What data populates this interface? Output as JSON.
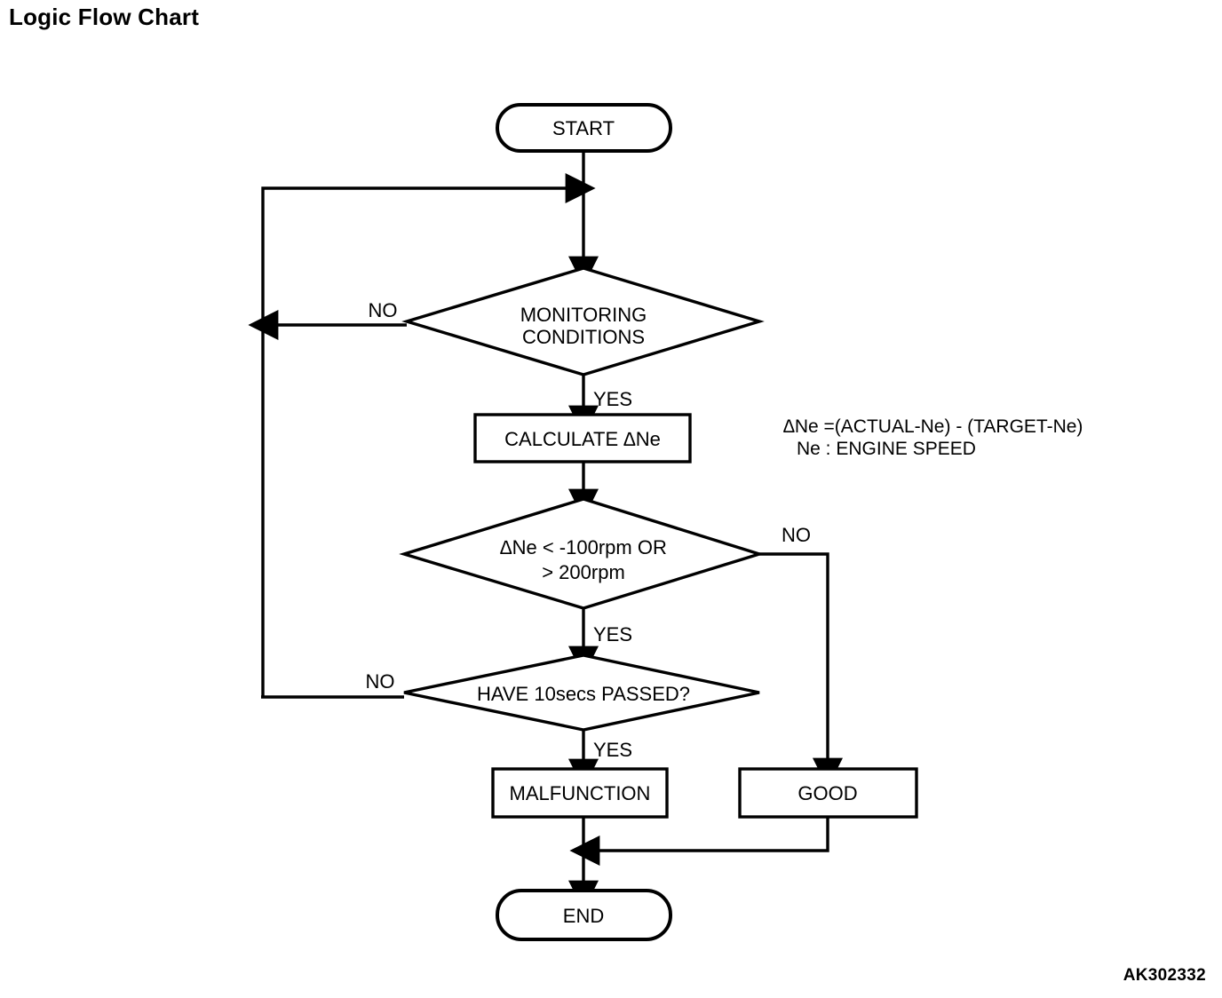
{
  "page": {
    "title": "Logic Flow Chart",
    "reference_code": "AK302332",
    "background_color": "#ffffff",
    "line_color": "#000000"
  },
  "chart_data": {
    "type": "diagram",
    "subtype": "flowchart",
    "title": "Logic Flow Chart",
    "nodes": [
      {
        "id": "start",
        "shape": "terminal",
        "label": "START"
      },
      {
        "id": "monitor",
        "shape": "decision",
        "label": "MONITORING CONDITIONS",
        "line1": "MONITORING",
        "line2": "CONDITIONS"
      },
      {
        "id": "calculate",
        "shape": "process",
        "label": "CALCULATE ∆Ne"
      },
      {
        "id": "threshold",
        "shape": "decision",
        "label": "∆Ne < -100rpm OR > 200rpm",
        "line1": "∆Ne < -100rpm OR",
        "line2": "> 200rpm"
      },
      {
        "id": "timer",
        "shape": "decision",
        "label": "HAVE 10secs PASSED?"
      },
      {
        "id": "malfunction",
        "shape": "process",
        "label": "MALFUNCTION"
      },
      {
        "id": "good",
        "shape": "process",
        "label": "GOOD"
      },
      {
        "id": "end",
        "shape": "terminal",
        "label": "END"
      }
    ],
    "edges": [
      {
        "from": "start",
        "to": "monitor",
        "label": ""
      },
      {
        "from": "monitor",
        "to": "monitor",
        "label": "NO",
        "note": "loops back to input of MONITORING CONDITIONS"
      },
      {
        "from": "monitor",
        "to": "calculate",
        "label": "YES"
      },
      {
        "from": "calculate",
        "to": "threshold",
        "label": ""
      },
      {
        "from": "threshold",
        "to": "good",
        "label": "NO"
      },
      {
        "from": "threshold",
        "to": "timer",
        "label": "YES"
      },
      {
        "from": "timer",
        "to": "monitor",
        "label": "NO",
        "note": "loops back to input of MONITORING CONDITIONS"
      },
      {
        "from": "timer",
        "to": "malfunction",
        "label": "YES"
      },
      {
        "from": "malfunction",
        "to": "end",
        "label": ""
      },
      {
        "from": "good",
        "to": "end",
        "label": ""
      }
    ]
  },
  "labels": {
    "start": "START",
    "monitoring_line1": "MONITORING",
    "monitoring_line2": "CONDITIONS",
    "calculate": "CALCULATE ∆Ne",
    "calculate_prefix": "CALCULATE ",
    "calculate_delta": "∆",
    "calculate_suffix": "Ne",
    "threshold_line1_delta": "∆",
    "threshold_line1": "Ne < -100rpm OR",
    "threshold_line2": "> 200rpm",
    "timer": "HAVE 10secs PASSED?",
    "malfunction": "MALFUNCTION",
    "good": "GOOD",
    "end": "END"
  },
  "branch_labels": {
    "monitor_no": "NO",
    "monitor_yes": "YES",
    "threshold_no": "NO",
    "threshold_yes": "YES",
    "timer_no": "NO",
    "timer_yes": "YES"
  },
  "legend": {
    "line1_delta": "∆",
    "line1": "Ne =(ACTUAL-Ne) - (TARGET-Ne)",
    "line2": "Ne : ENGINE SPEED"
  }
}
